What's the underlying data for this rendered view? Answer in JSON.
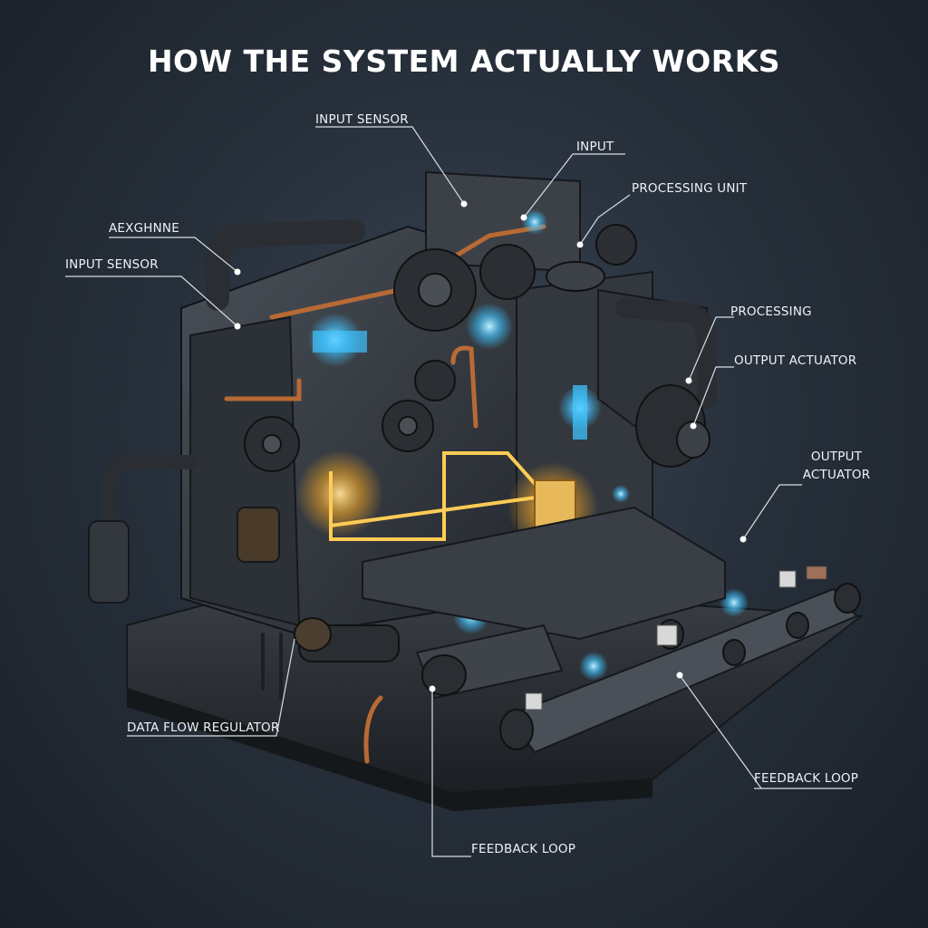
{
  "title": "HOW THE SYSTEM ACTUALLY WORKS",
  "labels": {
    "input_sensor_top": "INPUT SENSOR",
    "input": "INPUT",
    "processing_unit": "PROCESSING UNIT",
    "aexghnne": "AEXGHNNE",
    "input_sensor_left": "INPUT SENSOR",
    "processing": "PROCESSING",
    "output_actuator_1": "OUTPUT ACTUATOR",
    "output_actuator_2_line1": "OUTPUT",
    "output_actuator_2_line2": "ACTUATOR",
    "data_flow_regulator": "DATA FLOW REGULATOR",
    "feedback_loop_right": "FEEDBACK LOOP",
    "feedback_loop_bottom": "FEEDBACK LOOP"
  },
  "colors": {
    "background": "#27303b",
    "machine_body": "#3a3f46",
    "glow_orange": "#f5a623",
    "glow_blue": "#3fc3ff",
    "copper": "#b86a34",
    "leader_line": "#d7dde4"
  }
}
